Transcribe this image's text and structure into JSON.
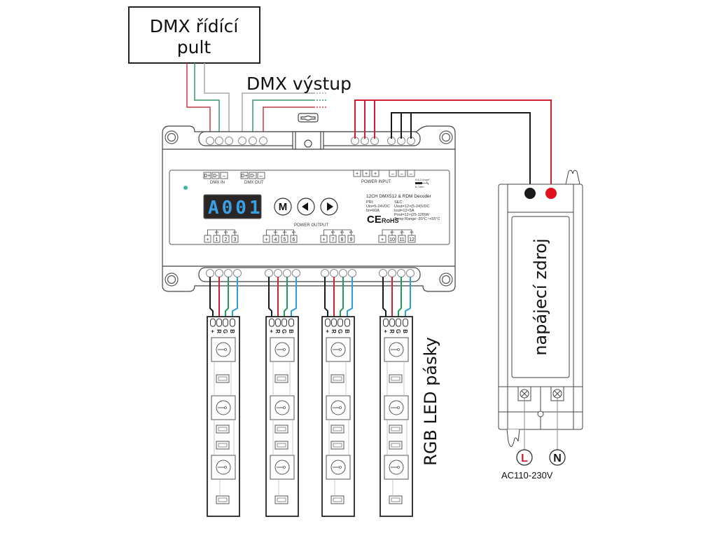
{
  "diagram": {
    "controller_box": {
      "line1": "DMX řídící",
      "line2": "pult"
    },
    "dmx_output_label": "DMX výstup",
    "decoder": {
      "dmx_in": {
        "label": "DMX IN",
        "terminals": [
          "D+",
          "D-",
          "–"
        ]
      },
      "dmx_out": {
        "label": "DMX OUT",
        "terminals": [
          "D+",
          "D-",
          "–"
        ]
      },
      "power_input": {
        "label": "POWER INPUT",
        "plus": [
          "+",
          "+",
          "+"
        ],
        "minus": [
          "–",
          "–",
          "–"
        ]
      },
      "wire_spec": {
        "top": "0.8-2.0mm²",
        "bottom": "6-7mm"
      },
      "display": "A001",
      "buttons": {
        "mode": "M",
        "prev": "◀",
        "next": "▶"
      },
      "model": "12CH DMX512 & RDM Decoder",
      "pri": {
        "title": "PRI:",
        "uin": "Uin=5-24VDC",
        "iin": "Iin=60A"
      },
      "sec": {
        "title": "SEC:",
        "uout": "Uout=12×(5-24)VDC",
        "iout": "Iout=12×5A",
        "pout": "Pout=12×(25-120)W",
        "temp": "Temp Range:-30°C~+55°C"
      },
      "ce": "CE",
      "rohs": "RoHS",
      "power_output": {
        "label": "POWER OUTPUT",
        "groups": [
          {
            "plus": "+",
            "channels": [
              "1",
              "2",
              "3"
            ]
          },
          {
            "plus": "+",
            "channels": [
              "4",
              "5",
              "6"
            ]
          },
          {
            "plus": "+",
            "channels": [
              "7",
              "8",
              "9"
            ]
          },
          {
            "plus": "+",
            "channels": [
              "10",
              "11",
              "12"
            ]
          }
        ],
        "rating": "5A"
      }
    },
    "strips": {
      "label": "RGB LED pásky",
      "pins": [
        "+",
        "R",
        "G",
        "B"
      ],
      "count": 4
    },
    "psu": {
      "label": "napájecí zdroj",
      "mains": {
        "l": "L",
        "n": "N",
        "voltage": "AC110-230V"
      }
    },
    "colors": {
      "red": "#d0202f",
      "green": "#1f9a5a",
      "gray": "#a8a8a8",
      "blue": "#2b9fd6",
      "black": "#1a1a1a",
      "psu_red": "#e0101c",
      "led_indicator": "#3fb6a0",
      "display_bg": "#2a2626",
      "segment": "#3aa0e6"
    }
  }
}
